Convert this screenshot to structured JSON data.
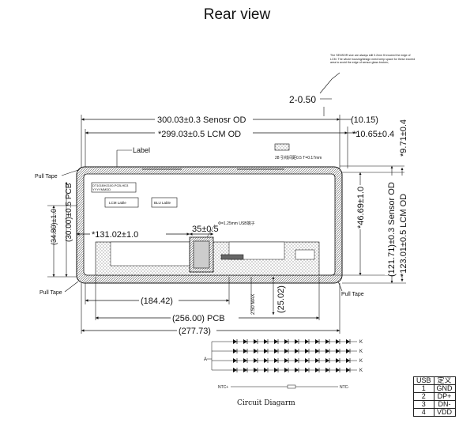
{
  "title": "Rear view",
  "note": "The SENSOR size are always still 0.2mm fit exceed the edge of LCM. The whole housing/design need keep space for these exceed area to avoid the edge of sensor glass broken;",
  "labels": {
    "gap": "2-0.50",
    "sensor_od_width": "300.03±0.3 Senosr OD",
    "lcm_od_width": "*299.03±0.5 LCM OD",
    "right_gap_top": "(10.15)",
    "right_gap_lcm": "*10.65±0.4",
    "right_vertical_offset": "*9.71±0.4",
    "label_callout": "Label",
    "fpc_note": "28 引线间距0.5 T=0.17mm",
    "pull_tape_tl": "Pull Tape",
    "pull_tape_bl": "Pull Tape",
    "pull_tape_br": "Pull Tape",
    "product_label": "DT101BH2100-PCB-HD3",
    "product_label_2": "YYYYMMDD",
    "lcm_lable": "LCM Lable",
    "blu_lable": "BLU Lable",
    "pcb_height": "(30.00)±0.5 PCB",
    "left_height": "(34.80)±1.0",
    "horizontal_offset": "*131.02±1.0",
    "usb_width": "35±0.5",
    "usb_note": "Φ=1.25mm USB端子",
    "height_46": "*46.69±1.0",
    "sensor_od_height": "(121.71)±0.3 Sensor OD",
    "lcm_od_height": "*123.01±0.5 LCM OD",
    "bottom_184": "(184.42)",
    "max_thick": "2.50 MAX",
    "bottom_25": "(25.02)",
    "pcb_width": "(256.00) PCB",
    "total_width": "(277.73)"
  },
  "circuit": {
    "caption": "Circuit Diagarm",
    "anode": "A",
    "cathodes": [
      "K",
      "K",
      "K",
      "K"
    ],
    "ntc_plus": "NTC+",
    "ntc_minus": "NTC-"
  },
  "usb_table": {
    "headers": [
      "USB",
      "定义"
    ],
    "rows": [
      [
        "1",
        "GND"
      ],
      [
        "2",
        "DP+"
      ],
      [
        "3",
        "DN-"
      ],
      [
        "4",
        "VDD"
      ]
    ]
  }
}
